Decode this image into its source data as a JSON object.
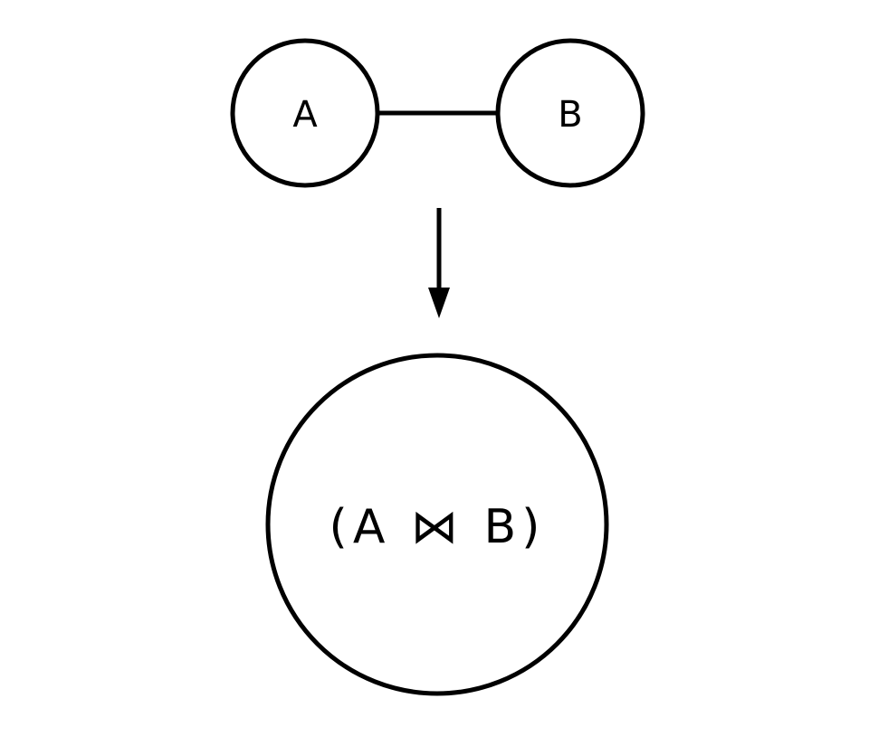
{
  "diagram": {
    "nodes": [
      {
        "id": "A",
        "label": "A"
      },
      {
        "id": "B",
        "label": "B"
      }
    ],
    "result": {
      "label": "(A ⋈ B)"
    },
    "colors": {
      "stroke": "#000000",
      "background": "#ffffff"
    }
  }
}
